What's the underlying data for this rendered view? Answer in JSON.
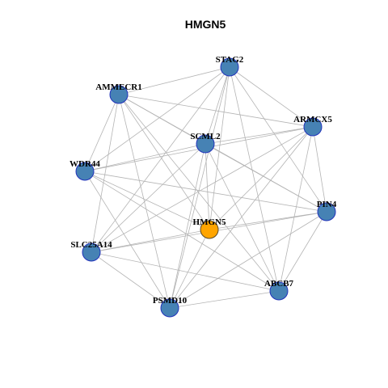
{
  "title": "HMGN5",
  "colors": {
    "node_fill": "#4682b4",
    "node_stroke": "#2233bb",
    "hub_fill": "#ffa500",
    "hub_stroke": "#5a4a2a",
    "edge": "#b4b4b4"
  },
  "nodes": [
    {
      "id": "STAG2",
      "label": "STAG2"
    },
    {
      "id": "AMMECR1",
      "label": "AMMECR1"
    },
    {
      "id": "ARMCX5",
      "label": "ARMCX5"
    },
    {
      "id": "SCML2",
      "label": "SCML2"
    },
    {
      "id": "WDR44",
      "label": "WDR44"
    },
    {
      "id": "PIN4",
      "label": "PIN4"
    },
    {
      "id": "HMGN5",
      "label": "HMGN5",
      "hub": true
    },
    {
      "id": "SLC25A14",
      "label": "SLC25A14"
    },
    {
      "id": "ABCB7",
      "label": "ABCB7"
    },
    {
      "id": "PSMD10",
      "label": "PSMD10"
    }
  ],
  "edges": [
    [
      "STAG2",
      "AMMECR1"
    ],
    [
      "STAG2",
      "ARMCX5"
    ],
    [
      "STAG2",
      "SCML2"
    ],
    [
      "STAG2",
      "WDR44"
    ],
    [
      "STAG2",
      "PIN4"
    ],
    [
      "STAG2",
      "HMGN5"
    ],
    [
      "STAG2",
      "SLC25A14"
    ],
    [
      "STAG2",
      "ABCB7"
    ],
    [
      "STAG2",
      "PSMD10"
    ],
    [
      "AMMECR1",
      "ARMCX5"
    ],
    [
      "AMMECR1",
      "SCML2"
    ],
    [
      "AMMECR1",
      "WDR44"
    ],
    [
      "AMMECR1",
      "PIN4"
    ],
    [
      "AMMECR1",
      "HMGN5"
    ],
    [
      "AMMECR1",
      "SLC25A14"
    ],
    [
      "AMMECR1",
      "ABCB7"
    ],
    [
      "AMMECR1",
      "PSMD10"
    ],
    [
      "ARMCX5",
      "SCML2"
    ],
    [
      "ARMCX5",
      "WDR44"
    ],
    [
      "ARMCX5",
      "PIN4"
    ],
    [
      "ARMCX5",
      "HMGN5"
    ],
    [
      "ARMCX5",
      "SLC25A14"
    ],
    [
      "ARMCX5",
      "ABCB7"
    ],
    [
      "ARMCX5",
      "PSMD10"
    ],
    [
      "SCML2",
      "WDR44"
    ],
    [
      "SCML2",
      "PIN4"
    ],
    [
      "SCML2",
      "HMGN5"
    ],
    [
      "SCML2",
      "SLC25A14"
    ],
    [
      "SCML2",
      "ABCB7"
    ],
    [
      "SCML2",
      "PSMD10"
    ],
    [
      "WDR44",
      "PIN4"
    ],
    [
      "WDR44",
      "HMGN5"
    ],
    [
      "WDR44",
      "ABCB7"
    ],
    [
      "WDR44",
      "PSMD10"
    ],
    [
      "PIN4",
      "HMGN5"
    ],
    [
      "PIN4",
      "SLC25A14"
    ],
    [
      "PIN4",
      "ABCB7"
    ],
    [
      "PIN4",
      "PSMD10"
    ],
    [
      "HMGN5",
      "SLC25A14"
    ],
    [
      "HMGN5",
      "PSMD10"
    ],
    [
      "SLC25A14",
      "ABCB7"
    ],
    [
      "SLC25A14",
      "PSMD10"
    ],
    [
      "ABCB7",
      "PSMD10"
    ]
  ]
}
